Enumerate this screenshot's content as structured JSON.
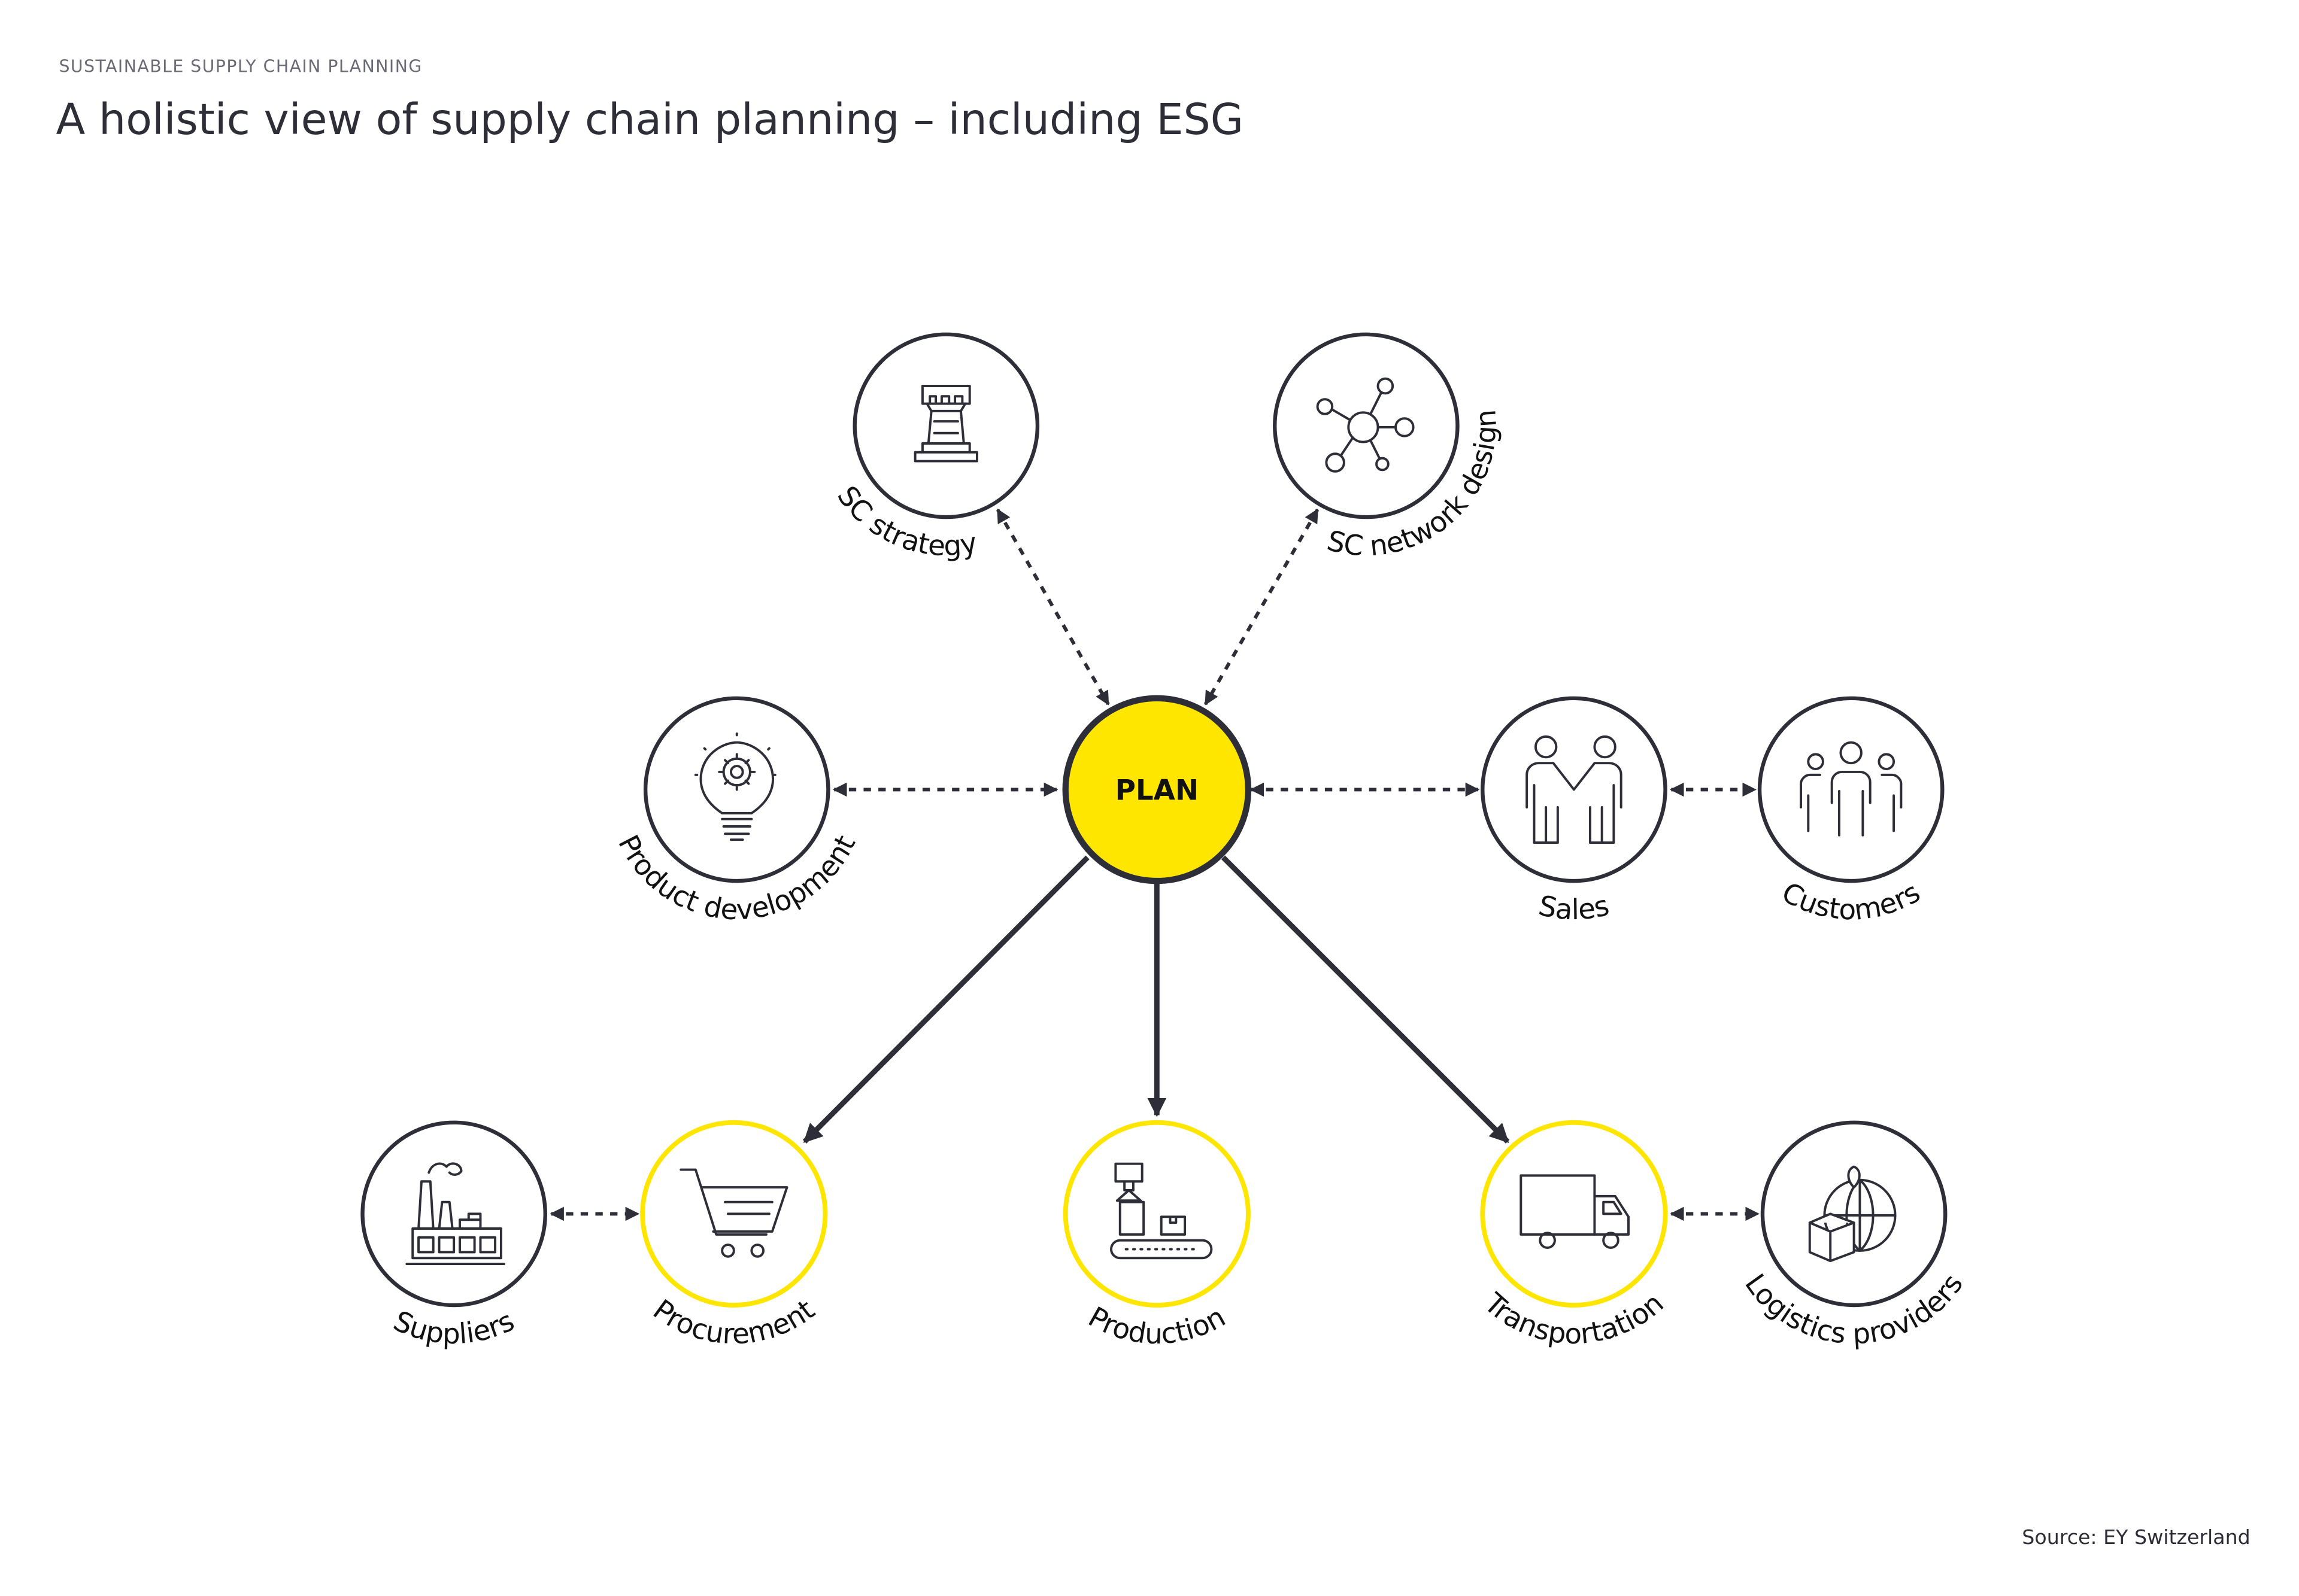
{
  "header": {
    "kicker": "SUSTAINABLE SUPPLY CHAIN PLANNING",
    "title": "A holistic view of supply chain planning – including ESG"
  },
  "center": {
    "label": "PLAN",
    "fill": "#FFE600"
  },
  "nodes": {
    "sc_strategy": "SC strategy",
    "sc_network_design": "SC network design",
    "product_development": "Product development",
    "sales": "Sales",
    "customers": "Customers",
    "suppliers": "Suppliers",
    "procurement": "Procurement",
    "production": "Production",
    "transportation": "Transportation",
    "logistics_providers": "Logistics providers"
  },
  "colors": {
    "accent": "#FFE600",
    "dark": "#2E2E38"
  },
  "source": "Source: EY Switzerland"
}
